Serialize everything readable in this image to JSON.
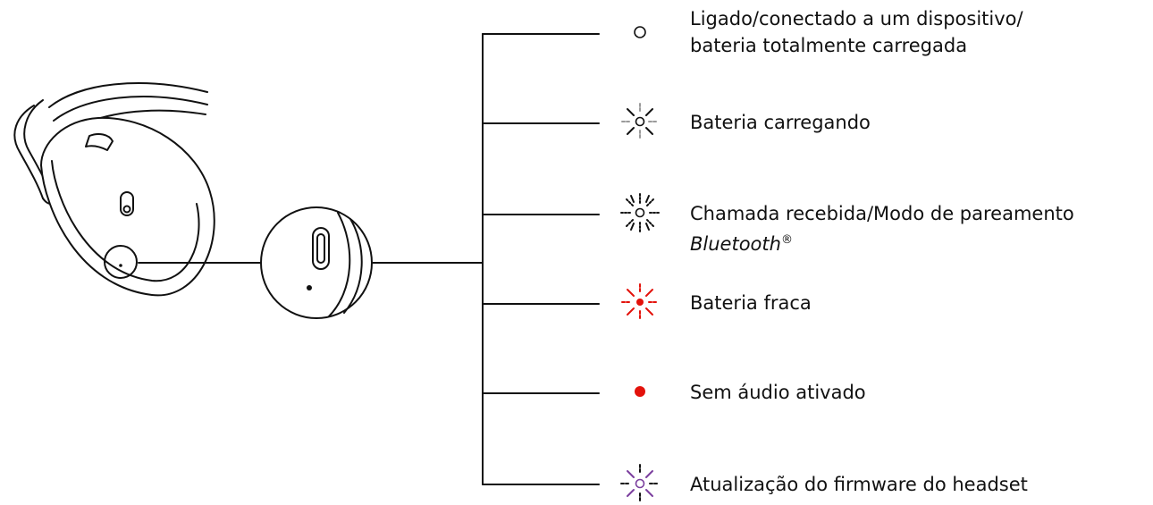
{
  "legend": [
    {
      "id": "on",
      "icon": "solid-light-icon",
      "icon_color": "#ffffff",
      "line1": "Ligado/conectado a um dispositivo/",
      "line2": "bateria totalmente carregada"
    },
    {
      "id": "charging",
      "icon": "breathing-light-icon",
      "icon_color": "#9a9a9a",
      "line1": "Bateria carregando"
    },
    {
      "id": "incoming",
      "icon": "blinking-light-icon",
      "icon_color": "#111111",
      "line1": "Chamada recebida/Modo de pareamento",
      "line2": "Bluetooth",
      "line2_suffix": "®"
    },
    {
      "id": "low",
      "icon": "red-blinking-light-icon",
      "icon_color": "#e3120b",
      "line1": "Bateria fraca"
    },
    {
      "id": "mute",
      "icon": "red-solid-light-icon",
      "icon_color": "#e3120b",
      "line1": "Sem áudio ativado"
    },
    {
      "id": "firmware",
      "icon": "purple-blinking-light-icon",
      "icon_color": "#7b3f9e",
      "line1": "Atualização do firmware do headset"
    }
  ]
}
